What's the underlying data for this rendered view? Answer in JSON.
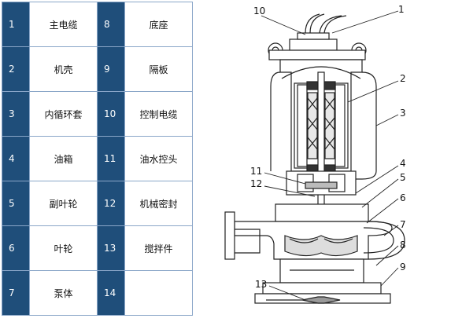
{
  "parts_table": {
    "rows": [
      [
        {
          "num": "1",
          "name": "主电缆"
        },
        {
          "num": "8",
          "name": "底座"
        }
      ],
      [
        {
          "num": "2",
          "name": "机壳"
        },
        {
          "num": "9",
          "name": "隔板"
        }
      ],
      [
        {
          "num": "3",
          "name": "内循环套"
        },
        {
          "num": "10",
          "name": "控制电缆"
        }
      ],
      [
        {
          "num": "4",
          "name": "油箱"
        },
        {
          "num": "11",
          "name": "油水控头"
        }
      ],
      [
        {
          "num": "5",
          "name": "副叶轮"
        },
        {
          "num": "12",
          "name": "机械密封"
        }
      ],
      [
        {
          "num": "6",
          "name": "叶轮"
        },
        {
          "num": "13",
          "name": "搅拌件"
        }
      ],
      [
        {
          "num": "7",
          "name": "泵体"
        },
        {
          "num": "14",
          "name": ""
        }
      ]
    ]
  },
  "diagram": {
    "callouts": [
      "10",
      "1",
      "2",
      "3",
      "11",
      "12",
      "4",
      "5",
      "6",
      "7",
      "8",
      "9",
      "13"
    ]
  },
  "colors": {
    "number_cell_bg": "#1f4e7a",
    "grid_line": "#8aa6c8",
    "drawing_line": "#222222"
  }
}
